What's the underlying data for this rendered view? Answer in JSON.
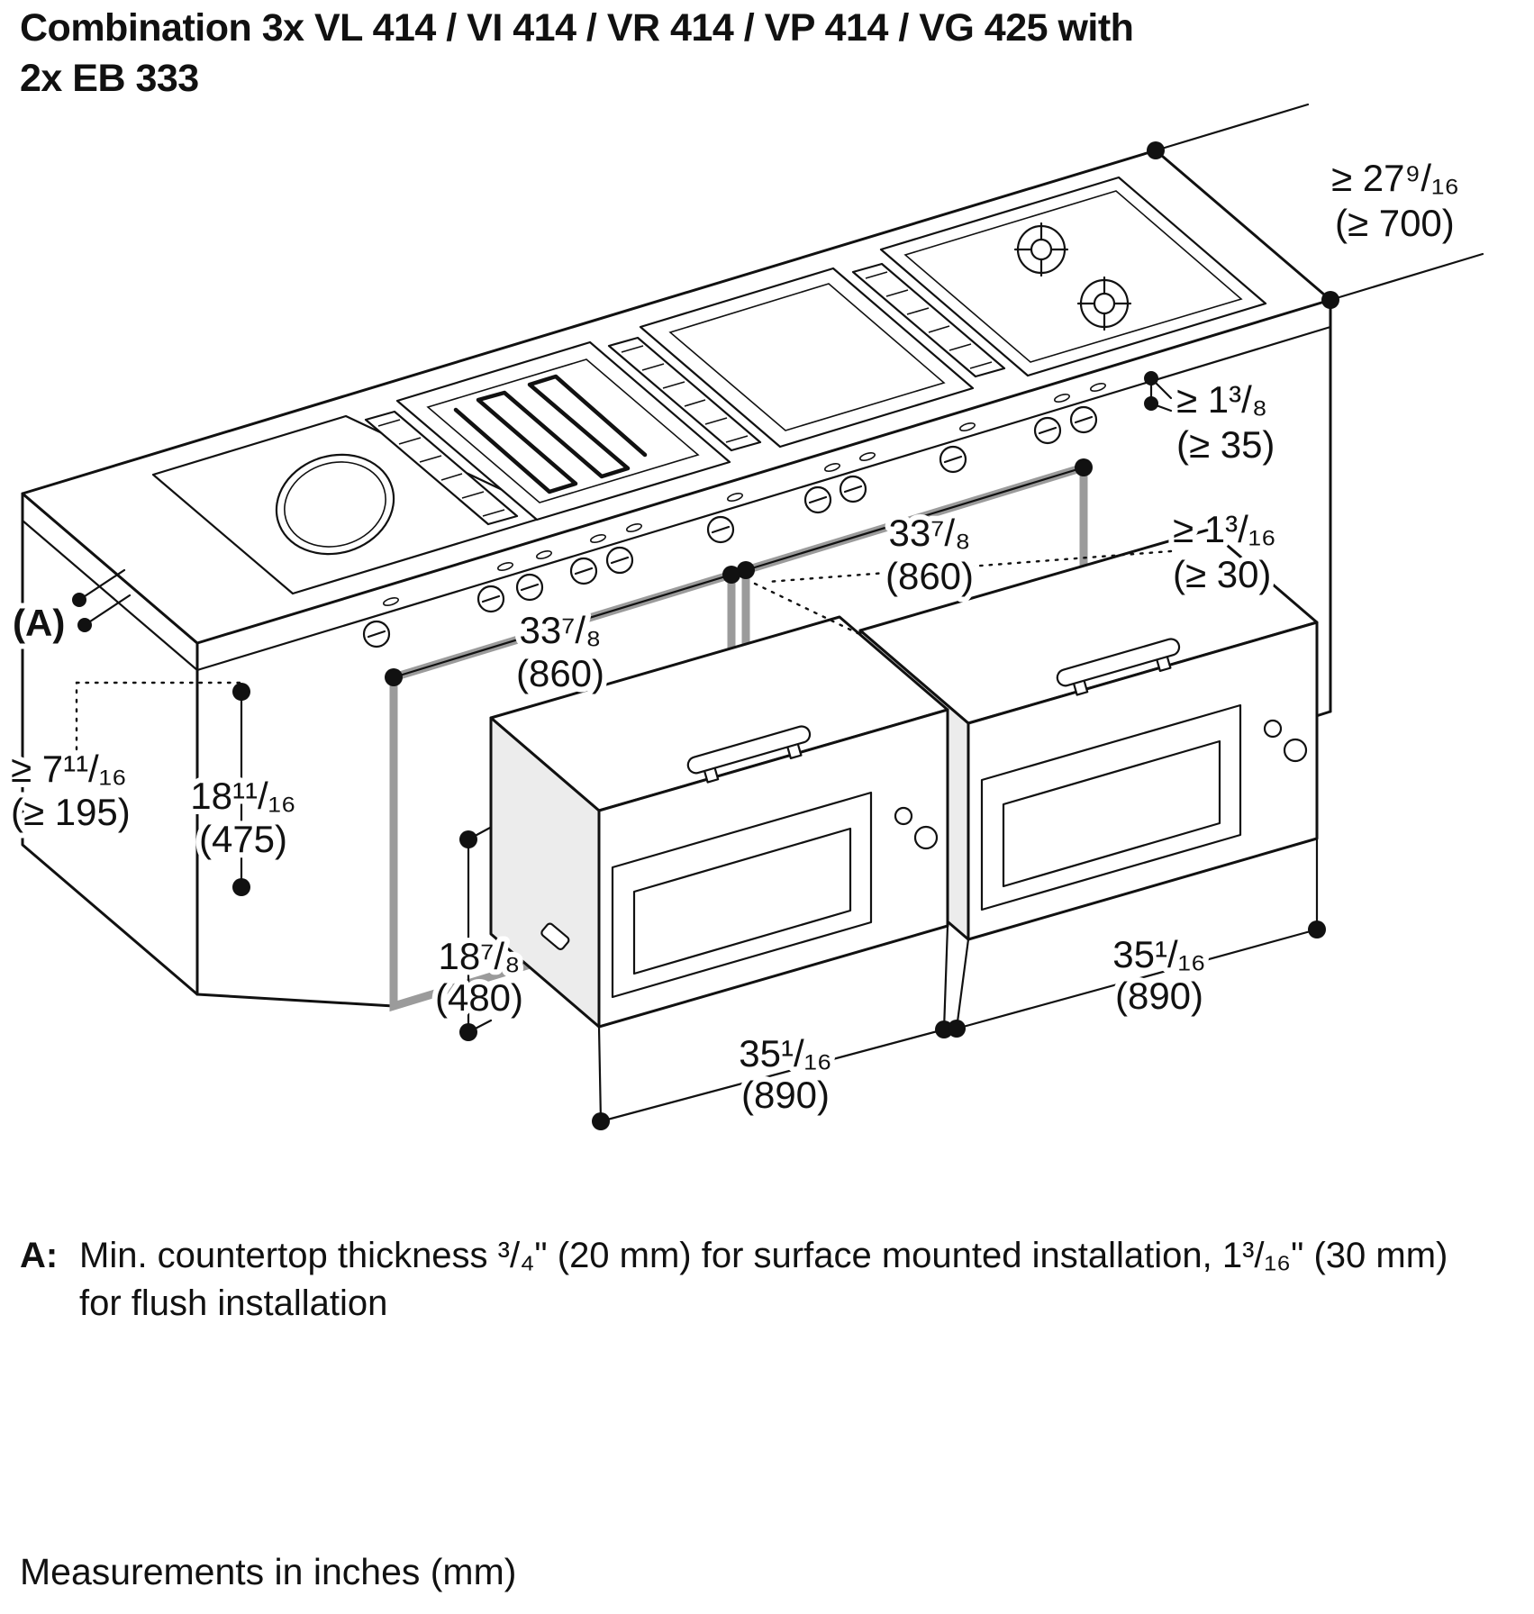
{
  "title": {
    "line1": "Combination 3x VL 414 / VI 414 / VR 414 / VP 414 / VG 425 with",
    "line2": "2x EB 333"
  },
  "diagram": {
    "labels": {
      "depth": {
        "in": "≥ 27⁹/₁₆",
        "mm": "(≥ 700)"
      },
      "countertop_overhang": {
        "in": "≥ 1³/₈",
        "mm": "(≥ 35)"
      },
      "partition_gap": {
        "in": "≥ 1³/₁₆",
        "mm": "(≥ 30)"
      },
      "cutout_width_right": {
        "in": "33⁷/₈",
        "mm": "(860)"
      },
      "cutout_width_left": {
        "in": "33⁷/₈",
        "mm": "(860)"
      },
      "end_clearance": {
        "in": "≥ 7¹¹/₁₆",
        "mm": "(≥ 195)"
      },
      "cutout_height": {
        "in": "18¹¹/₁₆",
        "mm": "(475)"
      },
      "oven_height": {
        "in": "18⁷/₈",
        "mm": "(480)"
      },
      "oven_width_left": {
        "in": "35¹/₁₆",
        "mm": "(890)"
      },
      "oven_width_right": {
        "in": "35¹/₁₆",
        "mm": "(890)"
      },
      "countertop_ref": "(A)"
    }
  },
  "footnote": {
    "prefix": "A:",
    "text": "Min. countertop thickness ³/₄\" (20 mm) for surface mounted installation, 1³/₁₆\" (30 mm) for flush installation"
  },
  "units_note": "Measurements in inches (mm)"
}
